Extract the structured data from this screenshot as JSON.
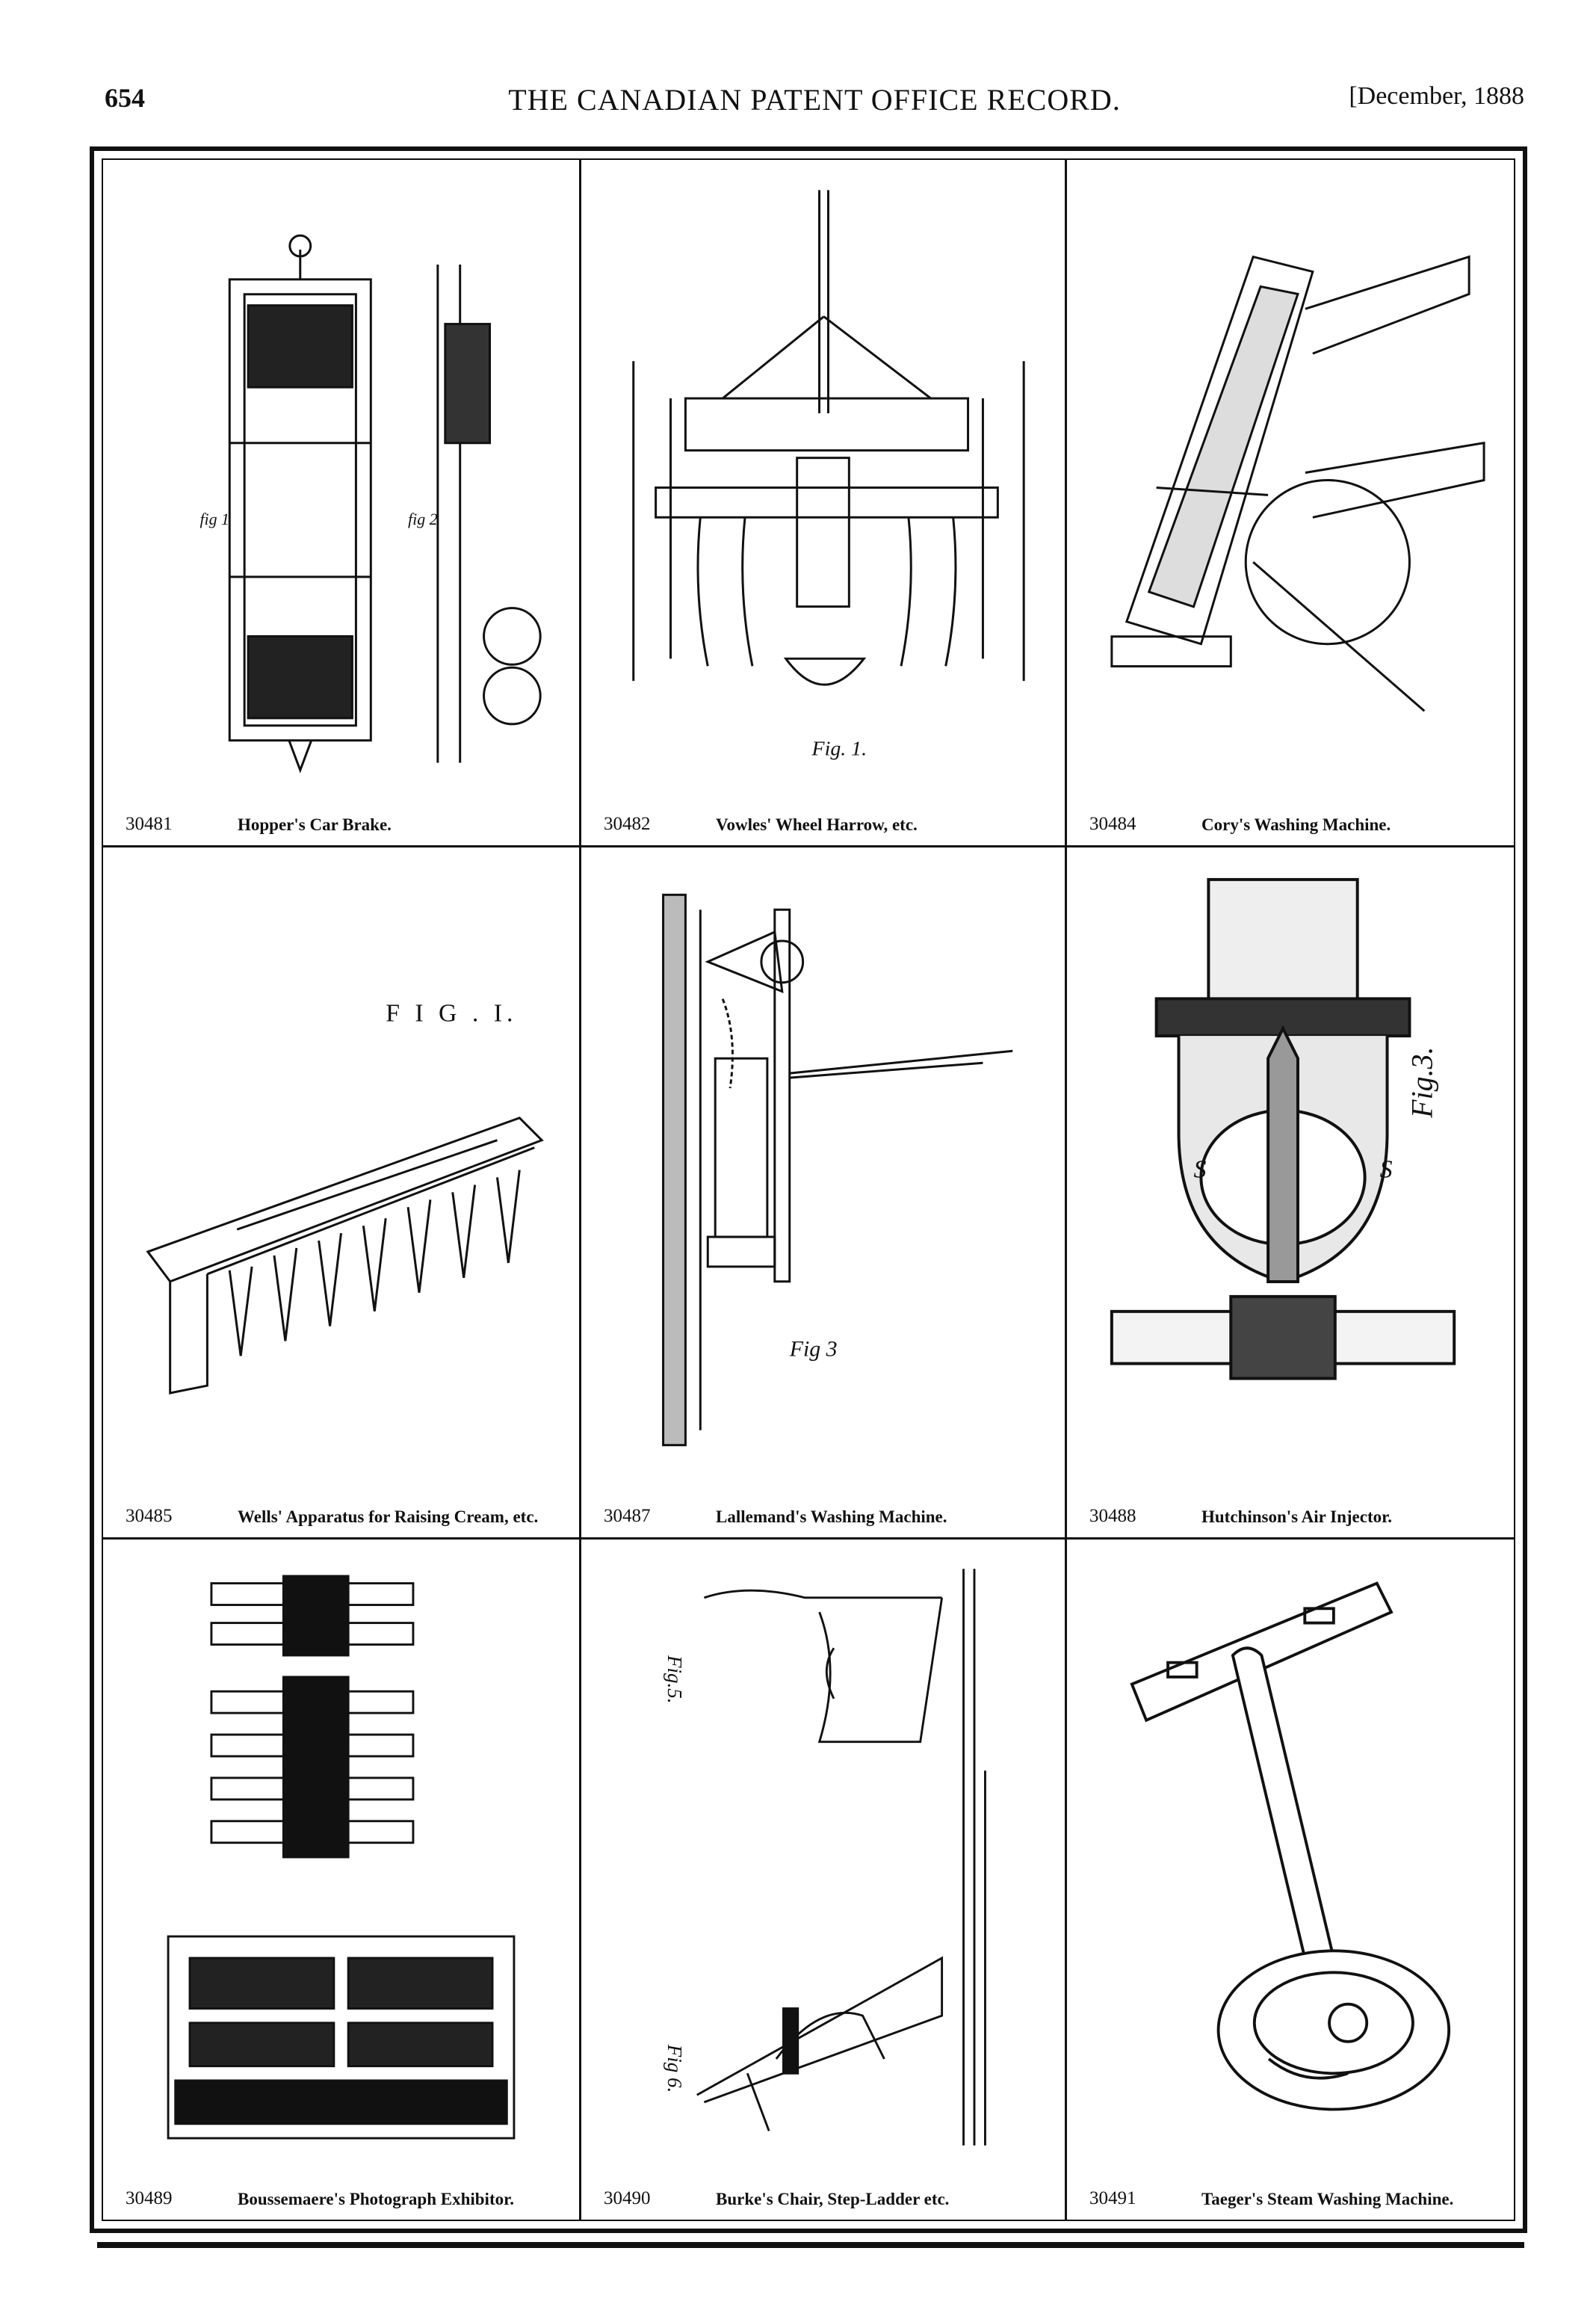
{
  "header": {
    "page_number": "654",
    "title": "THE CANADIAN PATENT OFFICE RECORD.",
    "date": "[December, 1888"
  },
  "figures": [
    {
      "number": "30481",
      "title": "Hopper's Car Brake."
    },
    {
      "number": "30482",
      "title": "Vowles' Wheel Harrow, etc.",
      "fig_label": "Fig. 1."
    },
    {
      "number": "30484",
      "title": "Cory's Washing Machine."
    },
    {
      "number": "30485",
      "title": "Wells' Apparatus for Raising Cream, etc.",
      "fig_label": "F I G . I."
    },
    {
      "number": "30487",
      "title": "Lallemand's Washing Machine.",
      "fig_label": "Fig 3"
    },
    {
      "number": "30488",
      "title": "Hutchinson's Air Injector.",
      "fig_label": "Fig.3."
    },
    {
      "number": "30489",
      "title": "Boussemaere's Photograph Exhibitor."
    },
    {
      "number": "30490",
      "title": "Burke's Chair, Step-Ladder etc.",
      "fig_label": "Fig.5.",
      "fig_label_2": "Fig 6."
    },
    {
      "number": "30491",
      "title": "Taeger's Steam Washing Machine."
    }
  ]
}
